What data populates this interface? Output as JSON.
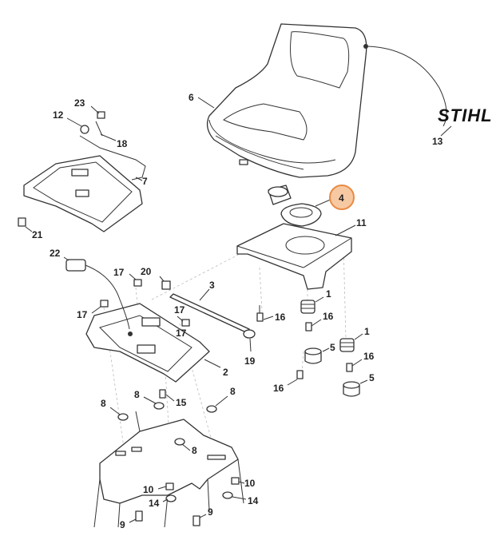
{
  "brand": {
    "logo_text": "STIHL"
  },
  "highlight": {
    "label": "4",
    "color": "#e88b45",
    "fill": "#f7c9a3"
  },
  "callouts": {
    "c1a": "1",
    "c1b": "1",
    "c2": "2",
    "c3": "3",
    "c4": "4",
    "c5a": "5",
    "c5b": "5",
    "c6": "6",
    "c7": "7",
    "c8a": "8",
    "c8b": "8",
    "c8c": "8",
    "c8d": "8",
    "c9a": "9",
    "c9b": "9",
    "c10a": "10",
    "c10b": "10",
    "c11": "11",
    "c12": "12",
    "c13": "13",
    "c14a": "14",
    "c14b": "14",
    "c15": "15",
    "c16a": "16",
    "c16b": "16",
    "c16c": "16",
    "c16d": "16",
    "c17a": "17",
    "c17b": "17",
    "c17c": "17",
    "c18": "18",
    "c19": "19",
    "c20": "20",
    "c21": "21",
    "c22": "22",
    "c23": "23"
  }
}
